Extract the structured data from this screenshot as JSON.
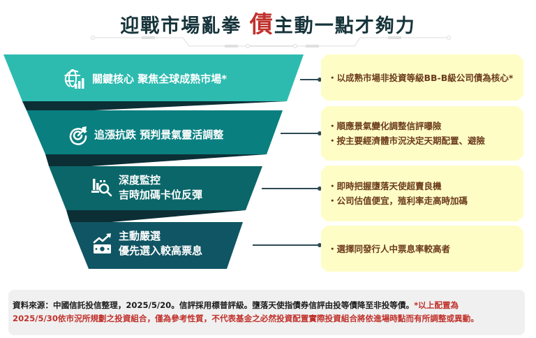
{
  "title": {
    "part1": "迎戰市場亂拳",
    "accent": "債",
    "part2": "主動一點才夠力"
  },
  "funnel": {
    "bands": [
      {
        "label_line1": "關鍵核心 聚焦全球成熟市場*",
        "label_line2": "",
        "icon": "globe-chart-icon",
        "color": "#2dbbb0"
      },
      {
        "label_line1": "追漲抗跌 預判景氣靈活調整",
        "label_line2": "",
        "icon": "target-arrow-icon",
        "color": "#0a7f80"
      },
      {
        "label_line1": "深度監控",
        "label_line2": "吉時加碼卡位反彈",
        "icon": "chart-magnifier-icon",
        "color": "#0b6669"
      },
      {
        "label_line1": "主動嚴選",
        "label_line2": "優先選入較高票息",
        "icon": "money-trend-icon",
        "color": "#105563"
      }
    ],
    "shadow_color": "#0c2f36"
  },
  "notes": [
    {
      "items": [
        "・以成熟市場非投資等級BB-B級公司債為核心*"
      ]
    },
    {
      "items": [
        "・順應景氣變化調整信評曝險",
        "・按主要經濟體市況決定天期配置、避險"
      ]
    },
    {
      "items": [
        "・即時把握墮落天使超賣良機",
        "・公司估值便宜，殖利率走高時加碼"
      ]
    },
    {
      "items": [
        "・選擇同發行人中票息率較高者"
      ]
    }
  ],
  "footer": {
    "source_text": "資料來源：中國信託投信整理，2025/5/20。信評採用標普評級。墮落天使指債券信評由投等債降至非投等債。",
    "disclaimer_line1": "*以上配置為",
    "disclaimer_line2": "2025/5/30依市況所規劃之投資組合，僅為參考性質，不代表基金之必然投資配置實際投資組合將依進場時點而有所調整或異動。"
  },
  "colors": {
    "title": "#16333a",
    "accent": "#c0312b",
    "note_bg": "#fefdc6",
    "note_text": "#6b3b1c"
  }
}
